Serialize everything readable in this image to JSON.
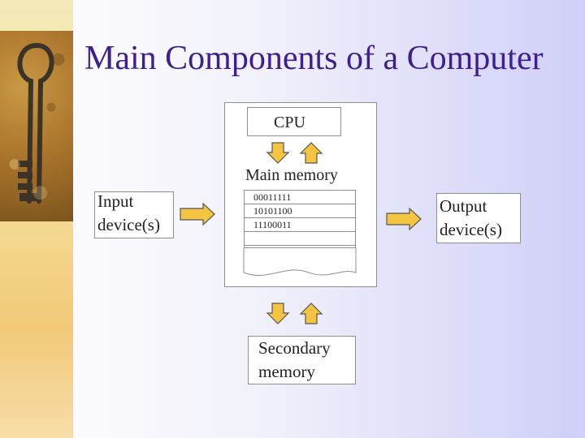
{
  "slide": {
    "title": "Main Components of a Computer"
  },
  "diagram": {
    "cpu_label": "CPU",
    "main_memory_label": "Main memory",
    "memory_rows": [
      "00011111",
      "10101100",
      "11100011",
      "",
      ""
    ],
    "input_label_line1": "Input",
    "input_label_line2": "device(s)",
    "output_label_line1": "Output",
    "output_label_line2": "device(s)",
    "secondary_label_line1": "Secondary",
    "secondary_label_line2": "memory"
  },
  "colors": {
    "title": "#3f1f8f",
    "arrow_fill": "#f5c542",
    "arrow_stroke": "#555555"
  }
}
